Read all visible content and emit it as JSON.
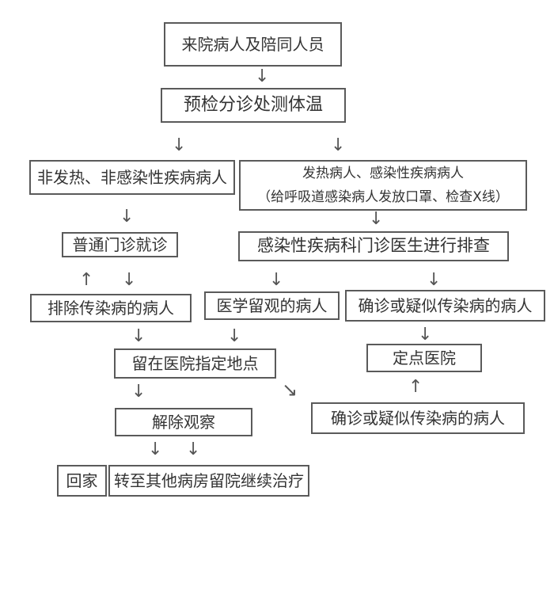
{
  "nodes": {
    "arrival": "来院病人及陪同人员",
    "triage": "预检分诊处测体温",
    "non_fever": "非发热、非感染性疾病病人",
    "fever_line1": "发热病人、感染性疾病病人",
    "fever_line2": "（给呼吸道感染病人发放口罩、检查X线）",
    "general_clinic": "普通门诊就诊",
    "infectious_clinic": "感染性疾病科门诊医生进行排查",
    "excluded": "排除传染病的病人",
    "observation": "医学留观的病人",
    "confirmed_top": "确诊或疑似传染病的病人",
    "designated_area": "留在医院指定地点",
    "designated_hospital": "定点医院",
    "release": "解除观察",
    "confirmed_bottom": "确诊或疑似传染病的病人",
    "go_home": "回家",
    "transfer": "转至其他病房留院继续治疗"
  },
  "arrows": {
    "down": "↓",
    "up": "↑",
    "diag": "↘"
  }
}
